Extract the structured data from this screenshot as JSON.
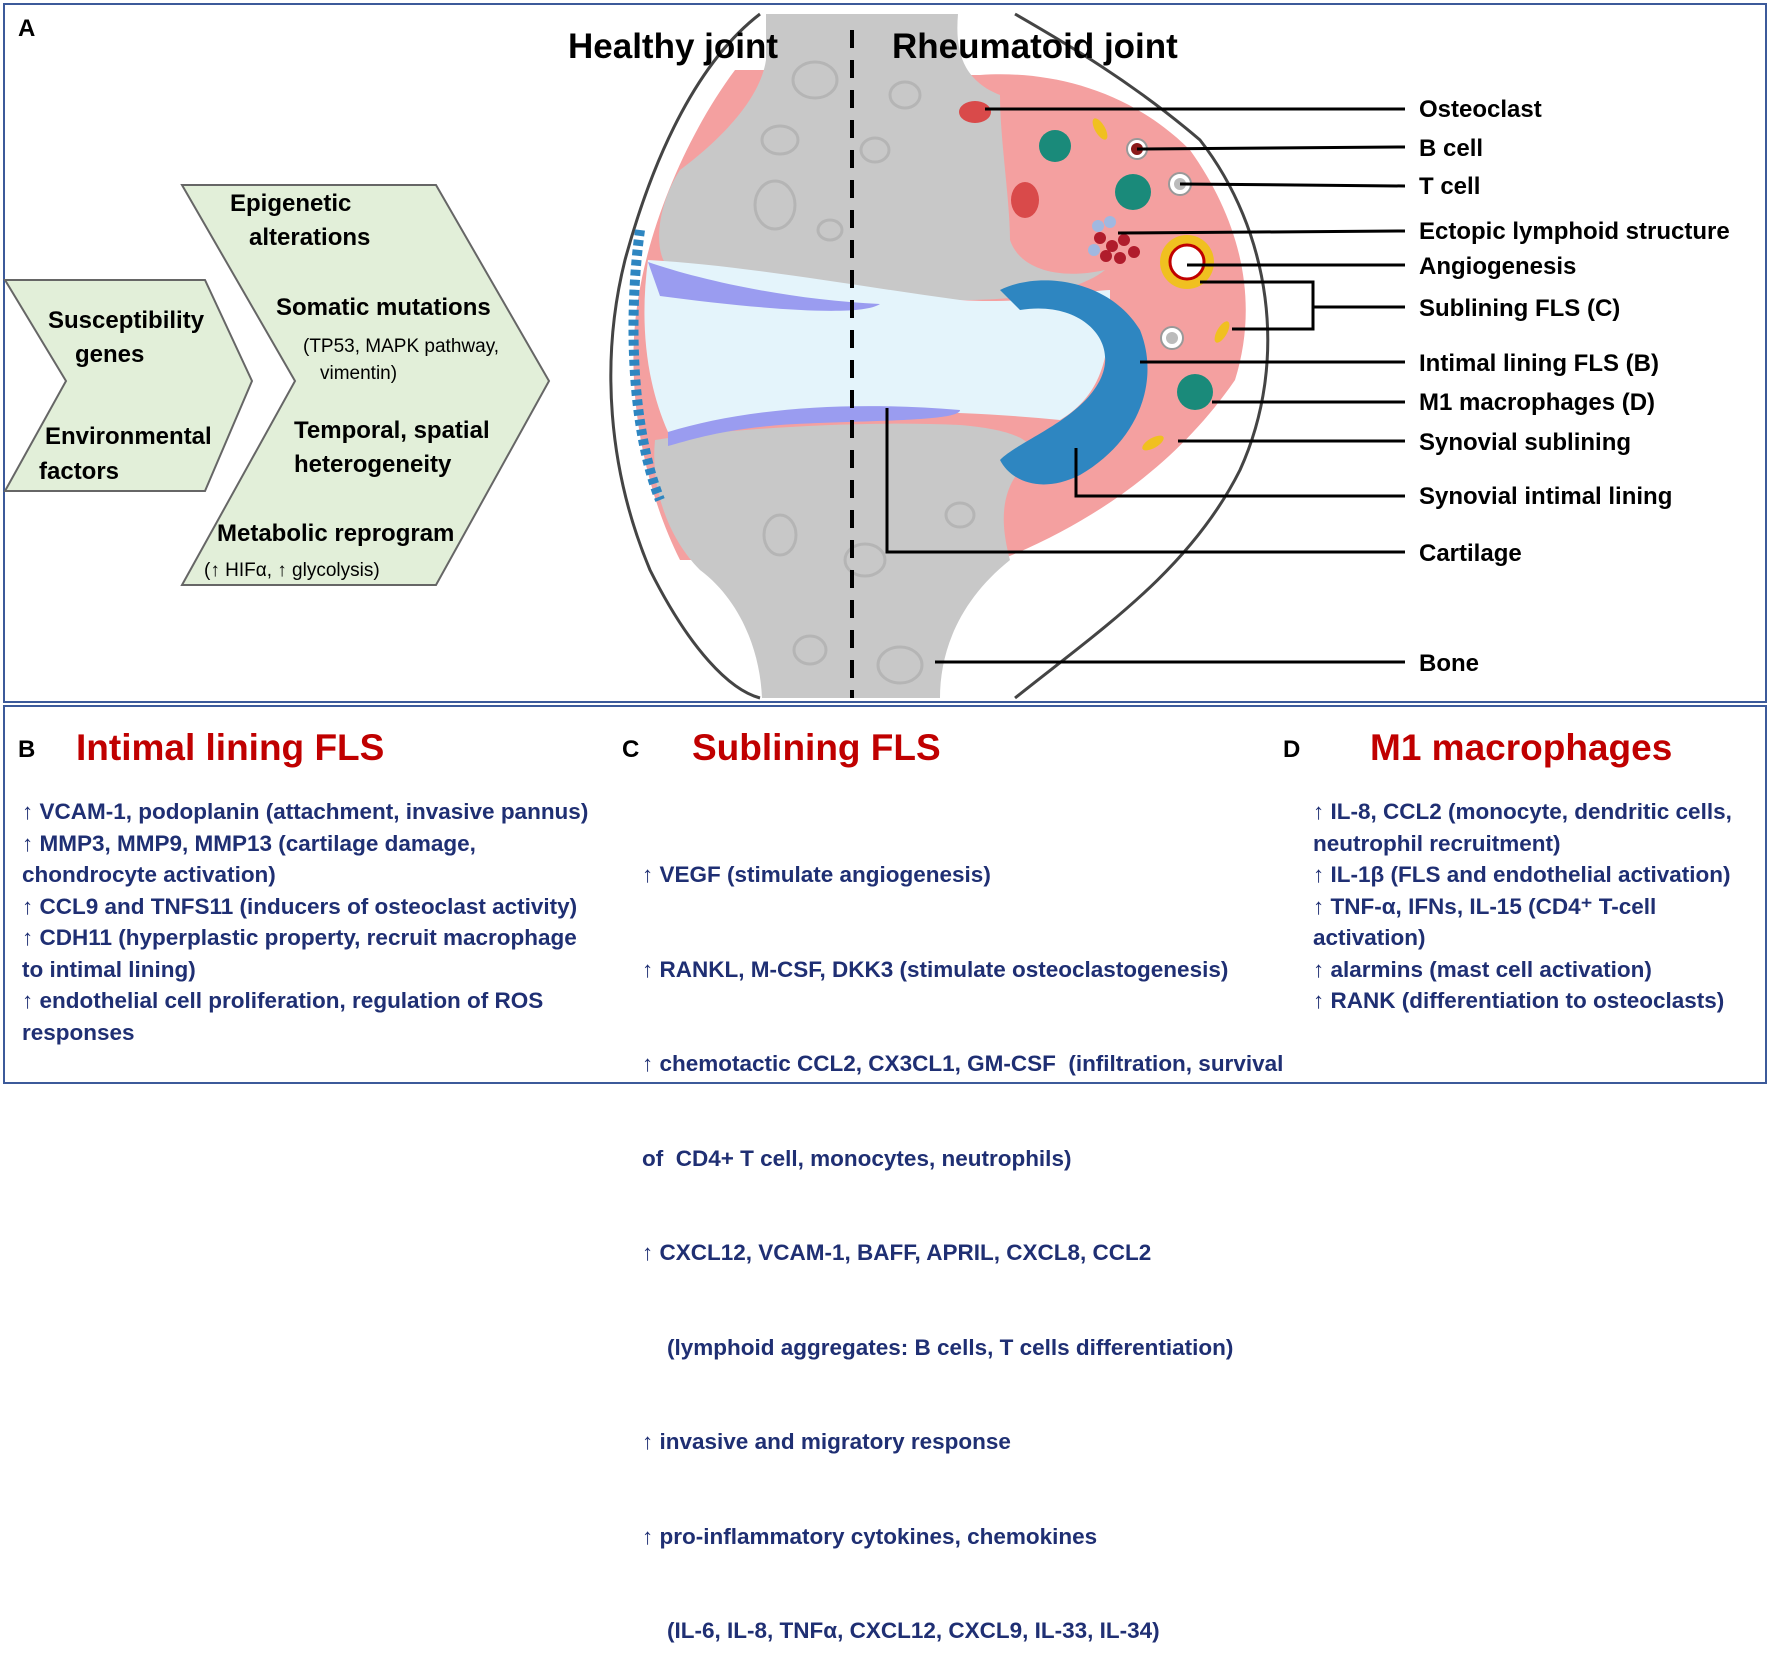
{
  "panel_a": {
    "letter": "A",
    "header_left": "Healthy joint",
    "header_right": "Rheumatoid joint",
    "arrow1": {
      "lines1": [
        "Susceptibility",
        "genes"
      ],
      "lines2": [
        "Environmental",
        "factors"
      ]
    },
    "arrow2": {
      "epigenetic": [
        "Epigenetic",
        "alterations"
      ],
      "somatic": "Somatic mutations",
      "somatic_detail": [
        "(TP53, MAPK pathway,",
        "vimentin)"
      ],
      "temporal": [
        "Temporal, spatial",
        "heterogeneity"
      ],
      "metabolic": "Metabolic reprogram",
      "metabolic_detail": "(↑ HIFα, ↑ glycolysis)"
    },
    "labels": [
      "Osteoclast",
      "B cell",
      "T cell",
      "Ectopic lymphoid structure",
      "Angiogenesis",
      "Sublining FLS (C)",
      "Intimal lining FLS (B)",
      "M1 macrophages (D)",
      "Synovial sublining",
      "Synovial intimal lining",
      "Cartilage",
      "Bone"
    ],
    "colors": {
      "bone": "#c8c8c8",
      "synovium": "#f4a0a0",
      "fluid": "#e4f4fb",
      "cartilage": "#9a9cf0",
      "arrow_fill": "#e2efd9",
      "lining_cells": "#2e86c1",
      "macrophage": "#1a8a7a"
    }
  },
  "panel_b": {
    "letter": "B",
    "title": "Intimal lining FLS",
    "lines": [
      "↑ VCAM-1, podoplanin (attachment, invasive pannus)",
      "↑ MMP3, MMP9, MMP13 (cartilage damage,",
      "chondrocyte activation)",
      "↑ CCL9 and TNFS11 (inducers of osteoclast activity)",
      "↑ CDH11 (hyperplastic property, recruit macrophage",
      "to intimal lining)",
      "↑ endothelial cell proliferation, regulation of ROS",
      "responses"
    ]
  },
  "panel_c": {
    "letter": "C",
    "title": "Sublining FLS",
    "lines": [
      "↑ VEGF (stimulate angiogenesis)",
      "↑ RANKL, M-CSF, DKK3 (stimulate osteoclastogenesis)",
      "↑ chemotactic CCL2, CX3CL1, GM-CSF  (infiltration, survival",
      "of  CD4+ T cell, monocytes, neutrophils)",
      "↑ CXCL12, VCAM-1, BAFF, APRIL, CXCL8, CCL2",
      "    (lymphoid aggregates: B cells, T cells differentiation)",
      "↑ invasive and migratory response",
      "↑ pro-inflammatory cytokines, chemokines",
      "    (IL-6, IL-8, TNFα, CXCL12, CXCL9, IL-33, IL-34)"
    ]
  },
  "panel_d": {
    "letter": "D",
    "title": "M1 macrophages",
    "lines": [
      "↑ IL-8, CCL2 (monocyte, dendritic cells,",
      "neutrophil recruitment)",
      "↑ IL-1β (FLS and endothelial activation)",
      "↑ TNF-α, IFNs, IL-15 (CD4⁺ T-cell",
      "activation)",
      "↑ alarmins (mast cell activation)",
      "↑ RANK (differentiation to osteoclasts)"
    ]
  }
}
